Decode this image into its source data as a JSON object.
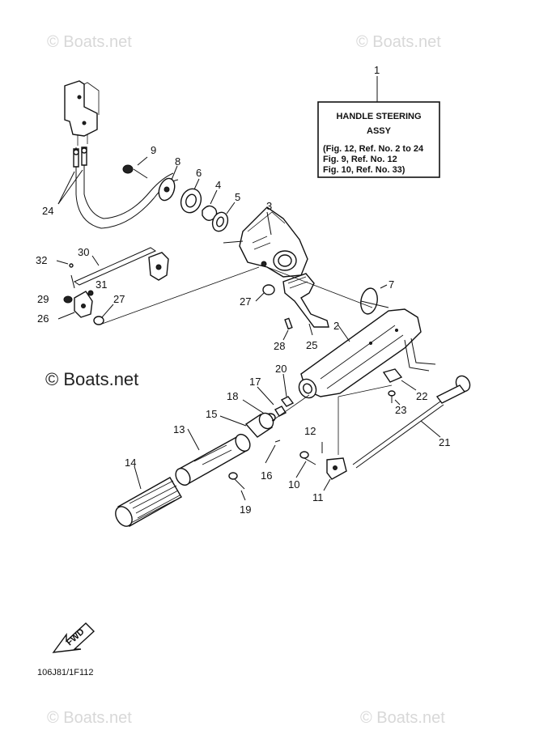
{
  "watermarks": {
    "main": "© Boats.net",
    "corner": "© Boats.net"
  },
  "info_box": {
    "ref_number": "1",
    "title_line1": "HANDLE STEERING",
    "title_line2": "ASSY",
    "ref_line1": "(Fig. 12, Ref. No. 2 to 24",
    "ref_line2": "Fig.   9, Ref. No. 12",
    "ref_line3": "Fig. 10, Ref. No. 33)"
  },
  "callouts": {
    "c2": "2",
    "c3": "3",
    "c4": "4",
    "c5": "5",
    "c6": "6",
    "c7": "7",
    "c8": "8",
    "c9": "9",
    "c10": "10",
    "c11": "11",
    "c12": "12",
    "c13": "13",
    "c14": "14",
    "c15": "15",
    "c16": "16",
    "c17": "17",
    "c18": "18",
    "c19": "19",
    "c20": "20",
    "c21": "21",
    "c22": "22",
    "c23": "23",
    "c24": "24",
    "c25": "25",
    "c26": "26",
    "c27a": "27",
    "c27b": "27",
    "c28": "28",
    "c29": "29",
    "c30": "30",
    "c31": "31",
    "c32": "32"
  },
  "fwd_label": "FWD",
  "drawing_code": "106J81/1F112"
}
